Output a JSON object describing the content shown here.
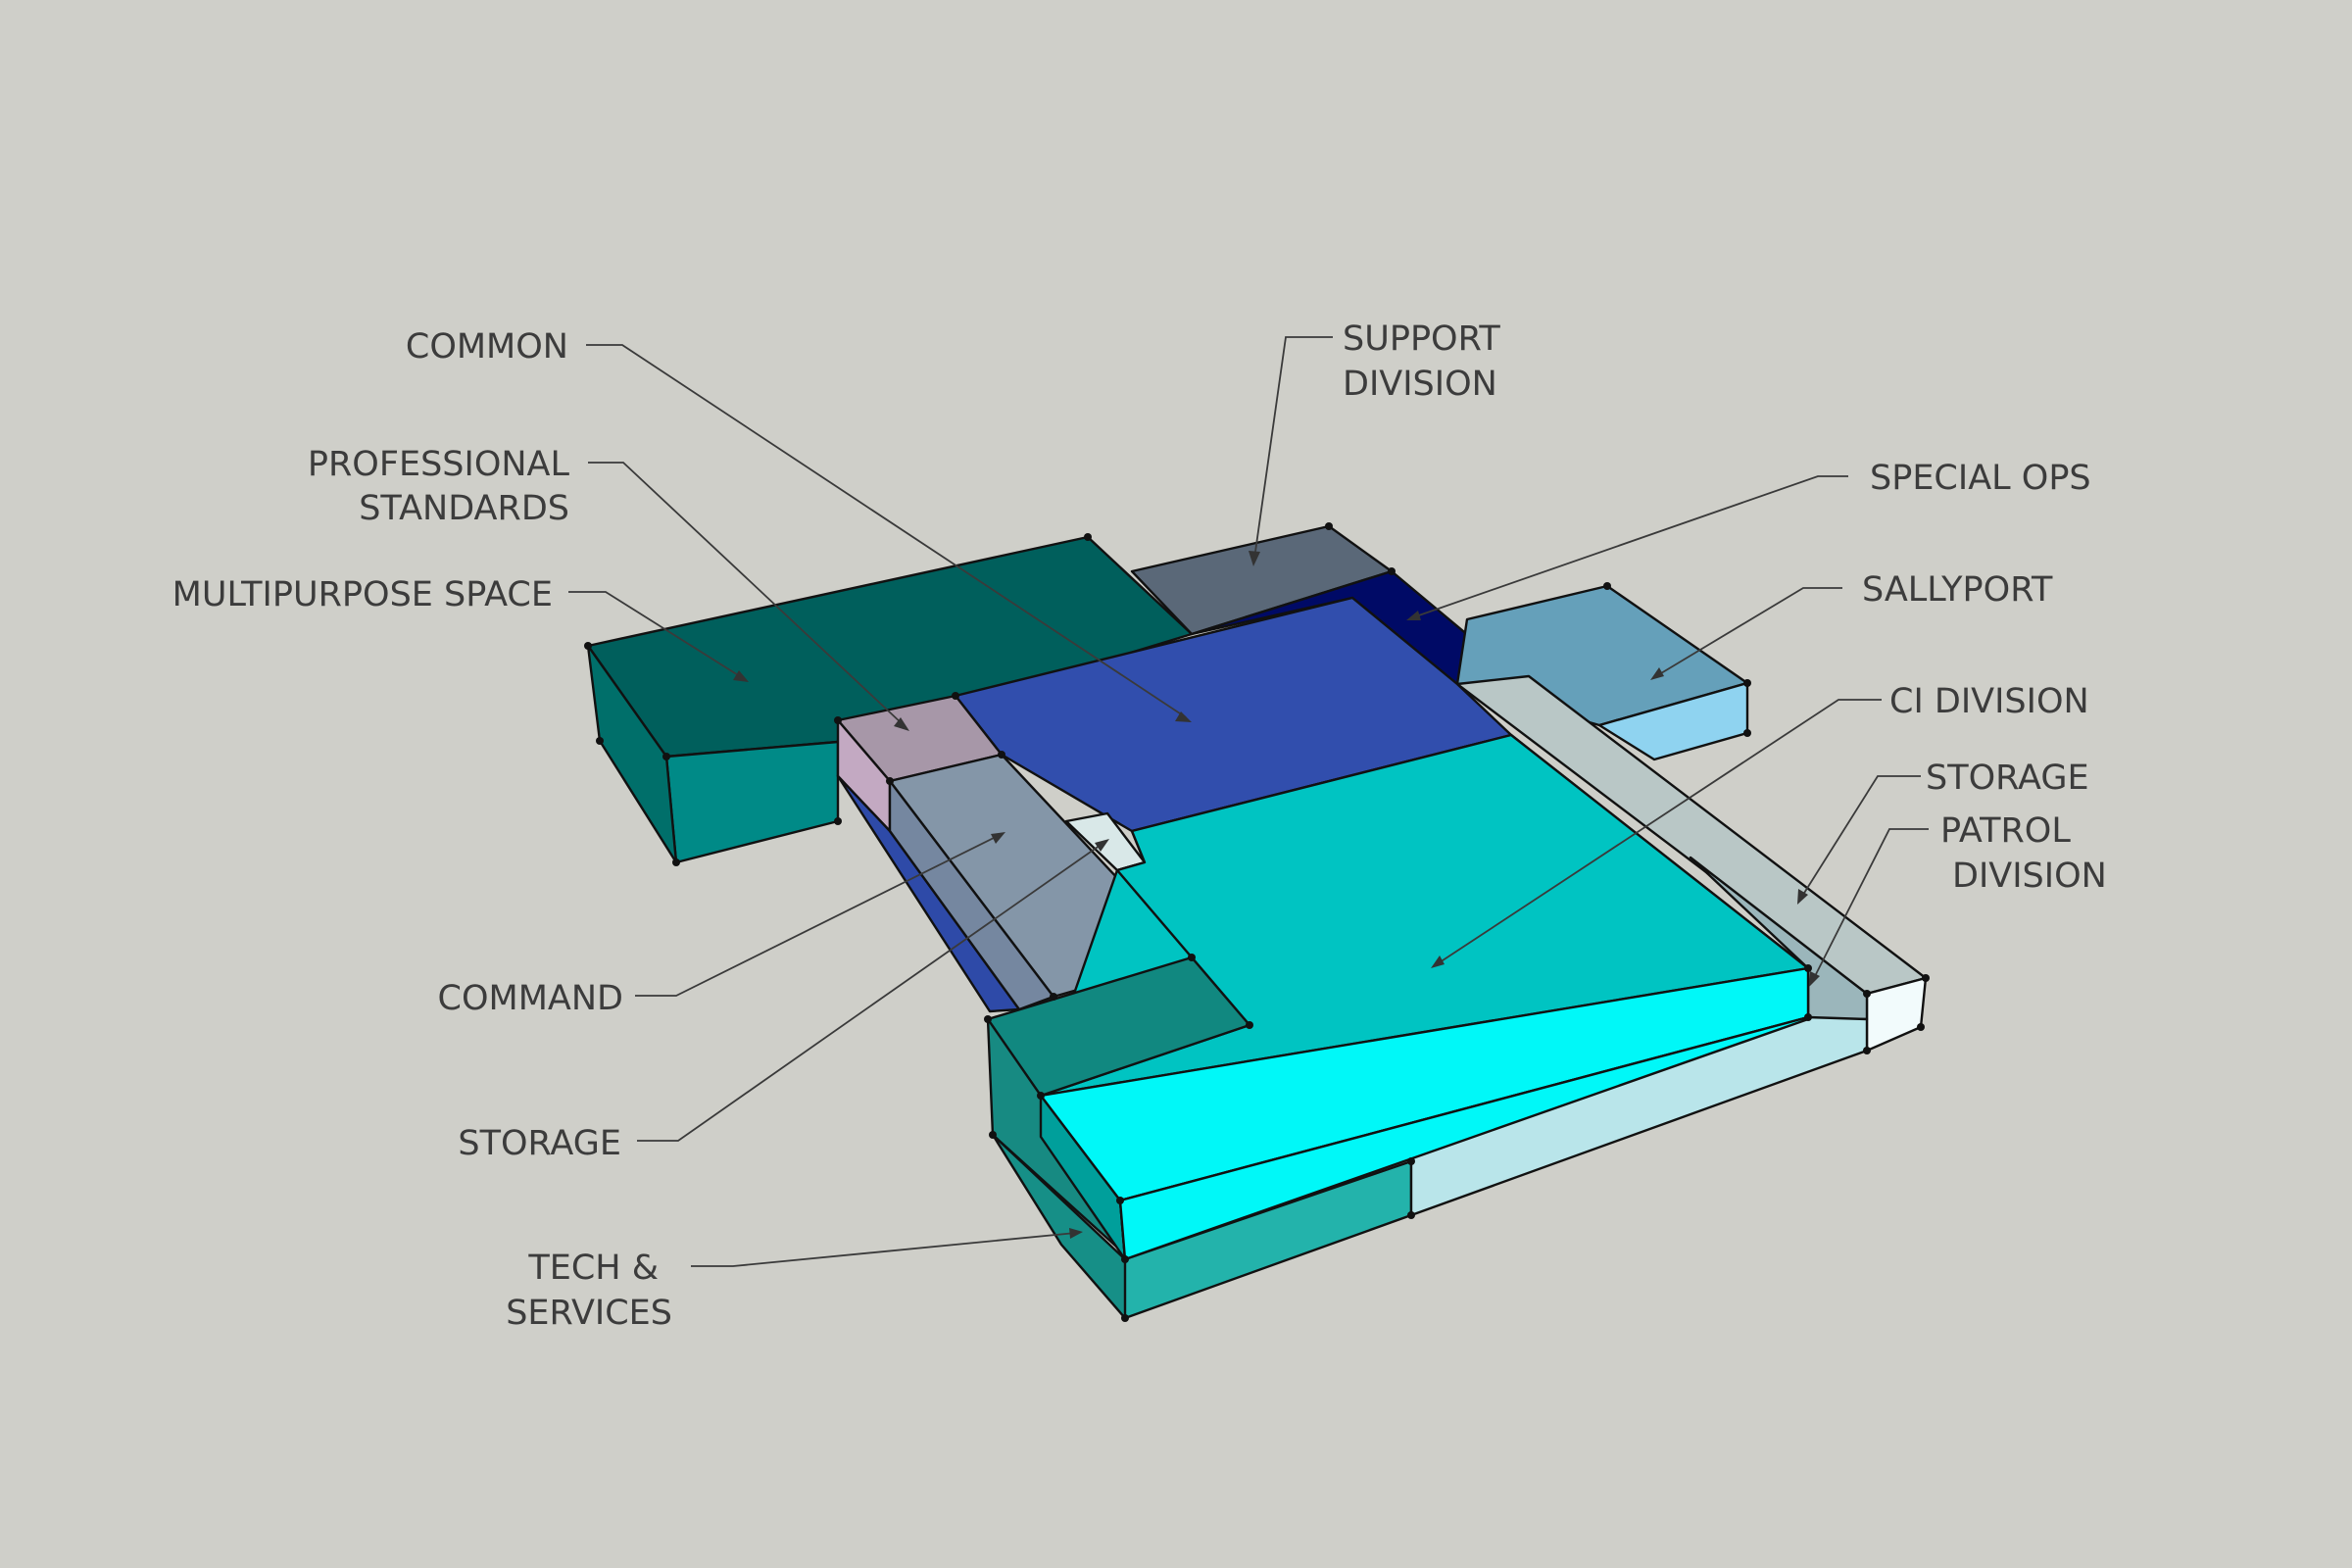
{
  "labels": {
    "common": "COMMON",
    "professional_1": "PROFESSIONAL",
    "professional_2": "STANDARDS",
    "multipurpose": "MULTIPURPOSE SPACE",
    "command": "COMMAND",
    "storage_left": "STORAGE",
    "tech_1": "TECH &",
    "tech_2": "SERVICES",
    "support_1": "SUPPORT",
    "support_2": "DIVISION",
    "special_ops": "SPECIAL OPS",
    "sallyport": "SALLYPORT",
    "ci_division": "CI DIVISION",
    "storage_right": "STORAGE",
    "patrol_1": "PATROL",
    "patrol_2": "DIVISION"
  },
  "colors": {
    "background": "#cfcfc9",
    "multipurpose_top": "#005f5c",
    "multipurpose_side": "#008a87",
    "support_top": "#5a6878",
    "special_ops": "#000a66",
    "common_top": "#314ead",
    "professional_top": "#a797a8",
    "command_top": "#8496a8",
    "sallyport_top": "#65a0ba",
    "sallyport_side": "#8fd3f0",
    "ci_top": "#00c4c2",
    "ci_side": "#00f8f8",
    "tech_top": "#118880",
    "tech_side": "#23b3ab",
    "storage_top": "#b9c7c6",
    "storage_side": "#b9e5ea",
    "patrol_top": "#9bb6bb"
  }
}
